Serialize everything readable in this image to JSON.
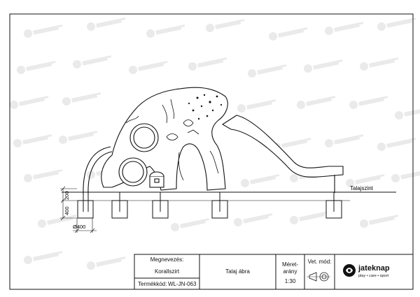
{
  "drawing": {
    "ground_label": "Talajszint",
    "dim_200": "200",
    "dim_400": "400",
    "dim_diameter": "Ø400"
  },
  "title_block": {
    "name_label": "Megnevezés:",
    "name_value": "Korallszirt",
    "product_code_label": "Termékkód:",
    "product_code_value": "WL-JN-063",
    "view_title": "Talaj ábra",
    "scale_label_line1": "Méret-",
    "scale_label_line2": "arány",
    "scale_value": "1:30",
    "projection_label": "Vet. mód:",
    "projection_icon": "first-angle-projection-icon"
  },
  "brand": {
    "name": "jateknap",
    "tagline": "play • care • sport",
    "logo_icon": "jateknap-logo-icon",
    "watermark_text": "jateknap"
  },
  "colors": {
    "line": "#111111",
    "watermark": "#d9d9d9",
    "background": "#ffffff"
  }
}
